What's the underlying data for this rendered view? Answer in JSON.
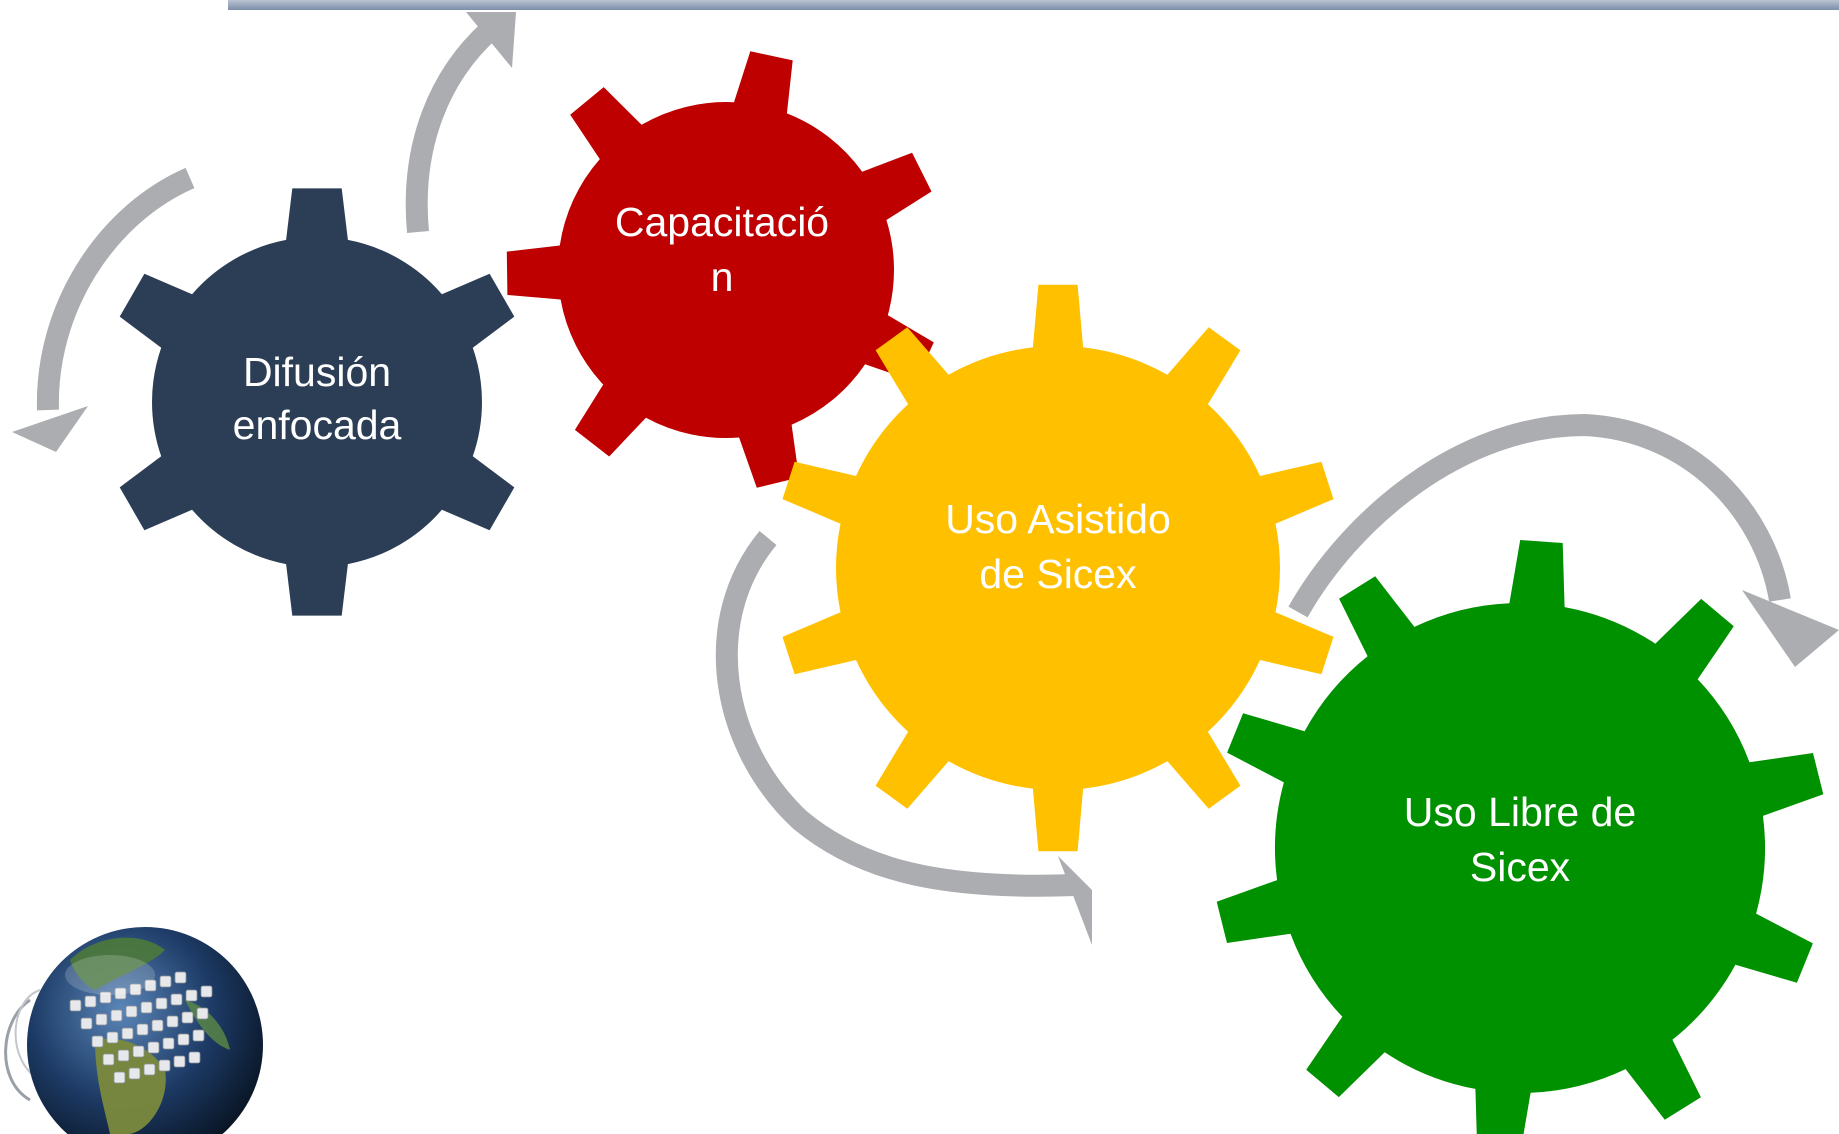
{
  "colors": {
    "gear_difusion": "#2C3E56",
    "gear_capacitacion": "#BE0000",
    "gear_uso_asistido": "#FFC000",
    "gear_uso_libre": "#009100",
    "arrow": "#ABADB0",
    "top_rule": "#8A9AB4"
  },
  "gears": {
    "difusion": {
      "line1": "Difusión",
      "line2": "enfocada"
    },
    "capacitacion": {
      "line1": "Capacitació",
      "line2": "n"
    },
    "uso_asistido": {
      "line1": "Uso Asistido",
      "line2": "de Sicex"
    },
    "uso_libre": {
      "line1": "Uso Libre de",
      "line2": "Sicex"
    }
  },
  "icons": {
    "cycle_arrows": "curved-arrow",
    "globe": "globe-keyboard-icon"
  }
}
